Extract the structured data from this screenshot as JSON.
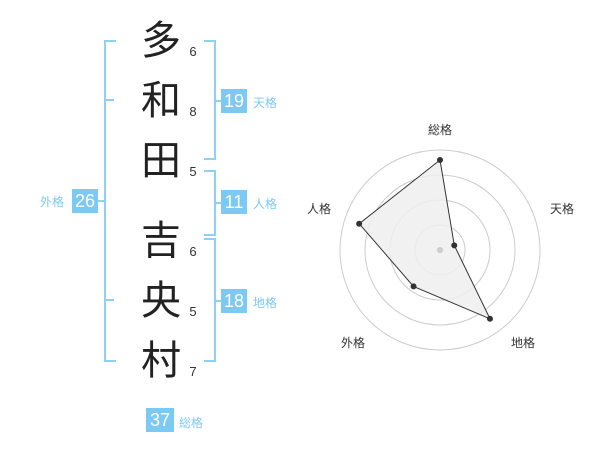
{
  "name": {
    "chars": [
      "多",
      "和",
      "田",
      "吉",
      "央",
      "村"
    ],
    "strokes": [
      "6",
      "8",
      "5",
      "6",
      "5",
      "7"
    ]
  },
  "kakusu": {
    "tenkaku": {
      "value": "19",
      "label": "天格"
    },
    "jinkaku": {
      "value": "11",
      "label": "人格"
    },
    "chikaku": {
      "value": "18",
      "label": "地格"
    },
    "gaikaku": {
      "value": "26",
      "label": "外格"
    },
    "soukaku": {
      "value": "37",
      "label": "総格"
    }
  },
  "chart_data": {
    "type": "radar",
    "axes": [
      "総格",
      "天格",
      "地格",
      "外格",
      "人格"
    ],
    "values": [
      0.9,
      0.15,
      0.85,
      0.45,
      0.85
    ],
    "range": [
      0,
      1
    ],
    "rings": 4,
    "colors": {
      "fill": "#eeeeee",
      "line": "#333333",
      "ring": "#cccccc",
      "point": "#333333",
      "center": "#cccccc"
    }
  }
}
